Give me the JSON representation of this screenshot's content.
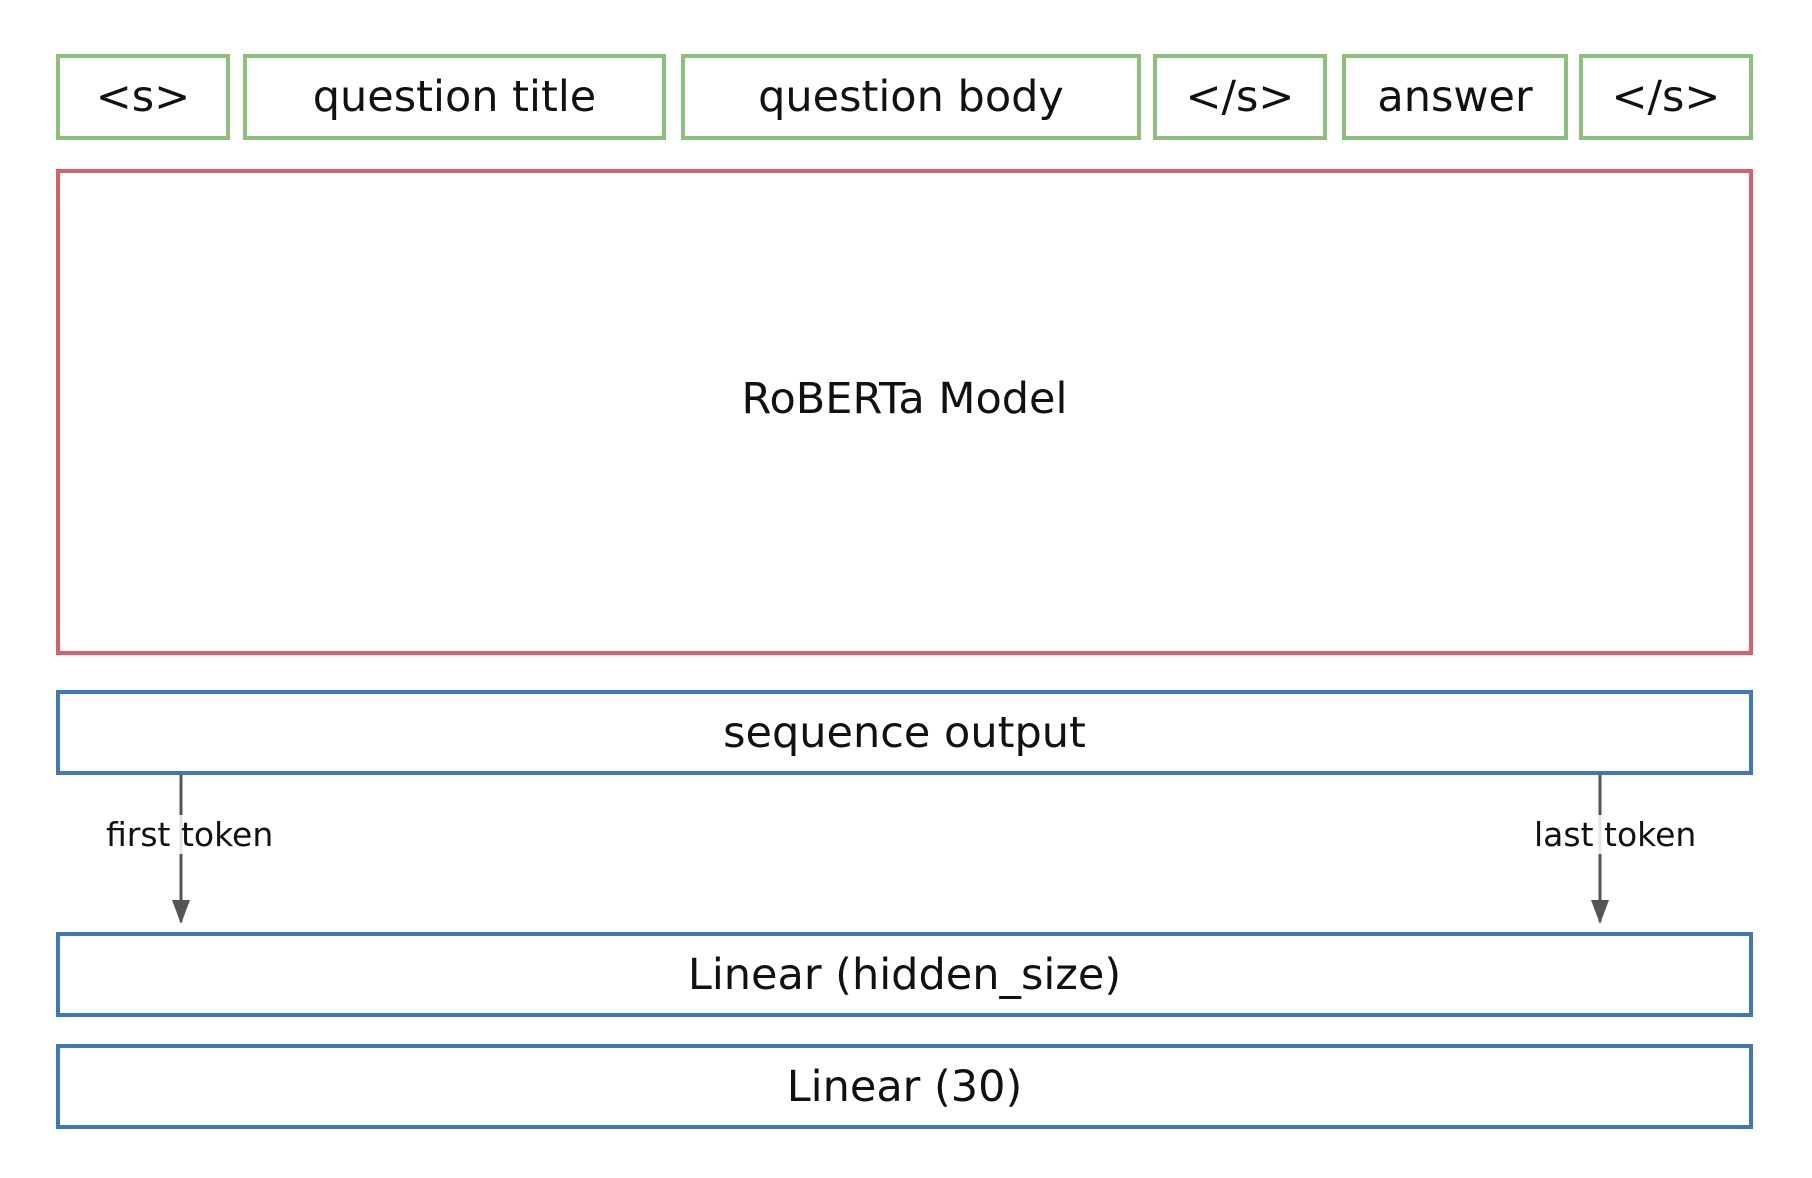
{
  "tokens": [
    {
      "label": "<s>"
    },
    {
      "label": "question title"
    },
    {
      "label": "question body"
    },
    {
      "label": "</s>"
    },
    {
      "label": "answer"
    },
    {
      "label": "</s>"
    }
  ],
  "model": {
    "label": "RoBERTa Model"
  },
  "sequence_output": {
    "label": "sequence output"
  },
  "edges": {
    "first_token": "first token",
    "last_token": "last token"
  },
  "linear_hidden": {
    "label": "Linear (hidden_size)"
  },
  "linear_out": {
    "label": "Linear (30)"
  },
  "colors": {
    "token_border": "#8ec07c",
    "model_border": "#d9606a",
    "layer_border": "#3f79b9",
    "arrow": "#555555"
  }
}
